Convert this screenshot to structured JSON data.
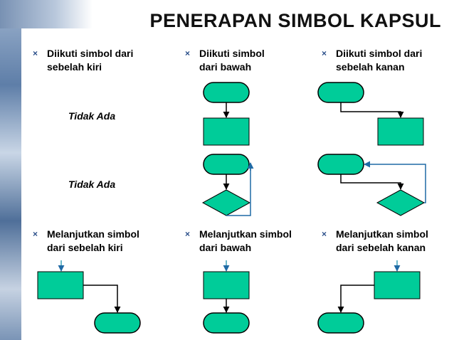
{
  "slide": {
    "title": "PENERAPAN SIMBOL KAPSUL",
    "bullet_icon": "×",
    "accent_fill": "#00cc99",
    "arrow_black": "#000000",
    "arrow_blue": "#1f6aa5"
  },
  "top_row": [
    {
      "label": "Diikuti simbol dari\nsebelah kiri"
    },
    {
      "label": "Diikuti simbol\ndari bawah"
    },
    {
      "label": "Diikuti simbol dari\nsebelah kanan"
    }
  ],
  "notes": {
    "first": "Tidak Ada",
    "second": "Tidak Ada"
  },
  "bottom_row": [
    {
      "label": "Melanjutkan  simbol\ndari sebelah kiri"
    },
    {
      "label": "Melanjutkan simbol\ndari bawah"
    },
    {
      "label": "Melanjutkan  simbol\ndari sebelah kanan"
    }
  ]
}
